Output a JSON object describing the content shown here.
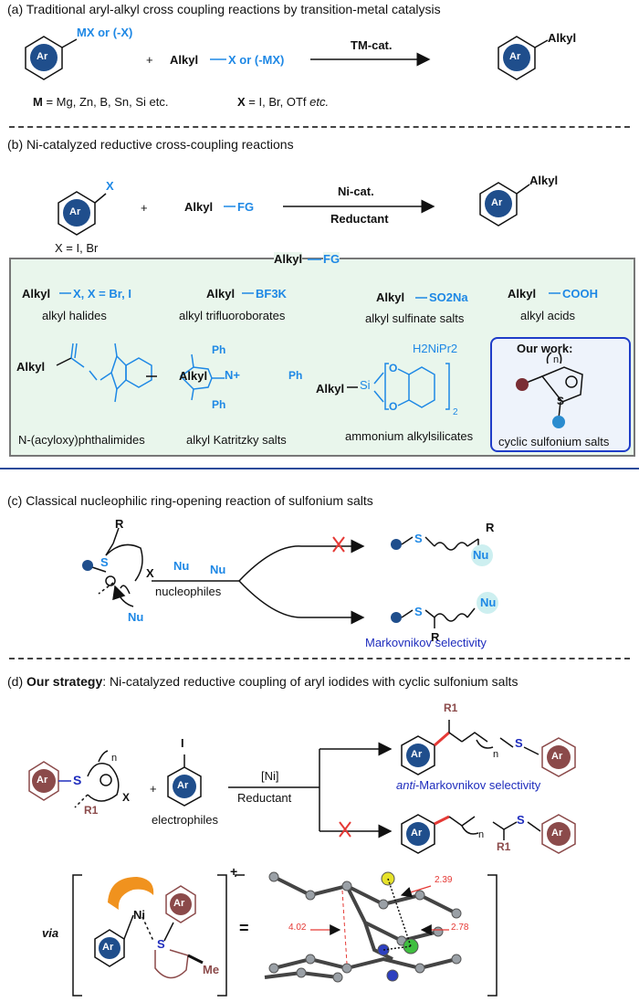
{
  "section_a": {
    "title": "(a) Traditional  aryl-alkyl cross coupling reactions by transition-metal catalysis",
    "ar_label": "Ar",
    "reagent1": "MX or (-X)",
    "plus": "+",
    "reagent2_alkyl": "Alkyl",
    "reagent2_group": "X or (-MX)",
    "arrow_label": "TM-cat.",
    "product_alkyl": "Alkyl",
    "m_def_label": "M",
    "m_def_value": "= Mg, Zn, B, Sn, Si etc.",
    "x_def_label": "X",
    "x_def_value": "= I, Br, OTf",
    "x_def_etc": "etc."
  },
  "section_b": {
    "title": "(b) Ni-catalyzed reductive cross-coupling reactions",
    "ar_label": "Ar",
    "reagent1": "X",
    "plus": "+",
    "reagent2_alkyl": "Alkyl",
    "reagent2_group": "FG",
    "arrow_top": "Ni-cat.",
    "arrow_bottom": "Reductant",
    "product_alkyl": "Alkyl",
    "x_def": "X = I, Br",
    "box_header_alkyl": "Alkyl",
    "box_header_fg": "FG",
    "items": [
      {
        "alkyl": "Alkyl",
        "group": "X, X = Br, I",
        "name": "alkyl halides"
      },
      {
        "alkyl": "Alkyl",
        "group": "BF3K",
        "name": "alkyl trifluoroborates"
      },
      {
        "alkyl": "Alkyl",
        "group": "SO2Na",
        "name": "alkyl sulfinate salts"
      },
      {
        "alkyl": "Alkyl",
        "group": "COOH",
        "name": "alkyl acids"
      },
      {
        "alkyl": "Alkyl",
        "name": "N-(acyloxy)phthalimides"
      },
      {
        "alkyl": "Alkyl",
        "name": "alkyl Katritzky salts"
      },
      {
        "alkyl": "Alkyl",
        "name": "ammonium alkylsilicates"
      }
    ],
    "katritzky_ph": "Ph",
    "katritzky_n": "N+",
    "silicate_counter": "H2NiPr2",
    "silicate_si": "Si",
    "silicate_o": "O",
    "silicate_sub2": "2",
    "our_work_title": "Our work:",
    "our_work_name": "cyclic sulfonium salts",
    "our_work_n": "n",
    "our_work_s": "S"
  },
  "section_c": {
    "title": "(c)  Classical nucleophilic  ring-opening reaction of sulfonium salts",
    "r_label": "R",
    "s_label": "S",
    "x_label": "X",
    "nu_label": "Nu",
    "nucleophiles_label": "nucleophiles",
    "top_product_s": "S",
    "top_product_r": "R",
    "top_product_nu": "Nu",
    "bottom_product_s": "S",
    "bottom_product_r": "R",
    "bottom_product_nu": "Nu",
    "selectivity": "Markovnikov selectivity"
  },
  "section_d": {
    "title_bold": "Our strategy",
    "title_rest": ": Ni-catalyzed reductive coupling of aryl iodides with cyclic sulfonium salts",
    "ar_label": "Ar",
    "s_label": "S",
    "n_label": "n",
    "x_label": "X",
    "r1_label": "R1",
    "i_label": "I",
    "plus": "+",
    "electrophiles": "electrophiles",
    "arrow_top": "[Ni]",
    "arrow_bottom": "Reductant",
    "selectivity_prefix": "anti",
    "selectivity_rest": "-Markovnikov selectivity",
    "via_label": "via",
    "ni_label": "Ni",
    "me_label": "Me",
    "charge": "+",
    "equals": "=",
    "dist_1": "2.39",
    "dist_2": "4.02",
    "dist_3": "2.78"
  },
  "colors": {
    "ar_dark_blue": "#1f4e8c",
    "ar_maroon": "#8b4a4a",
    "fg_blue": "#1e88e5",
    "cross_red": "#e53935",
    "box_green": "#e9f6ec",
    "our_work_blue": "#1f3cc8",
    "ligand_orange": "#f0921e"
  }
}
